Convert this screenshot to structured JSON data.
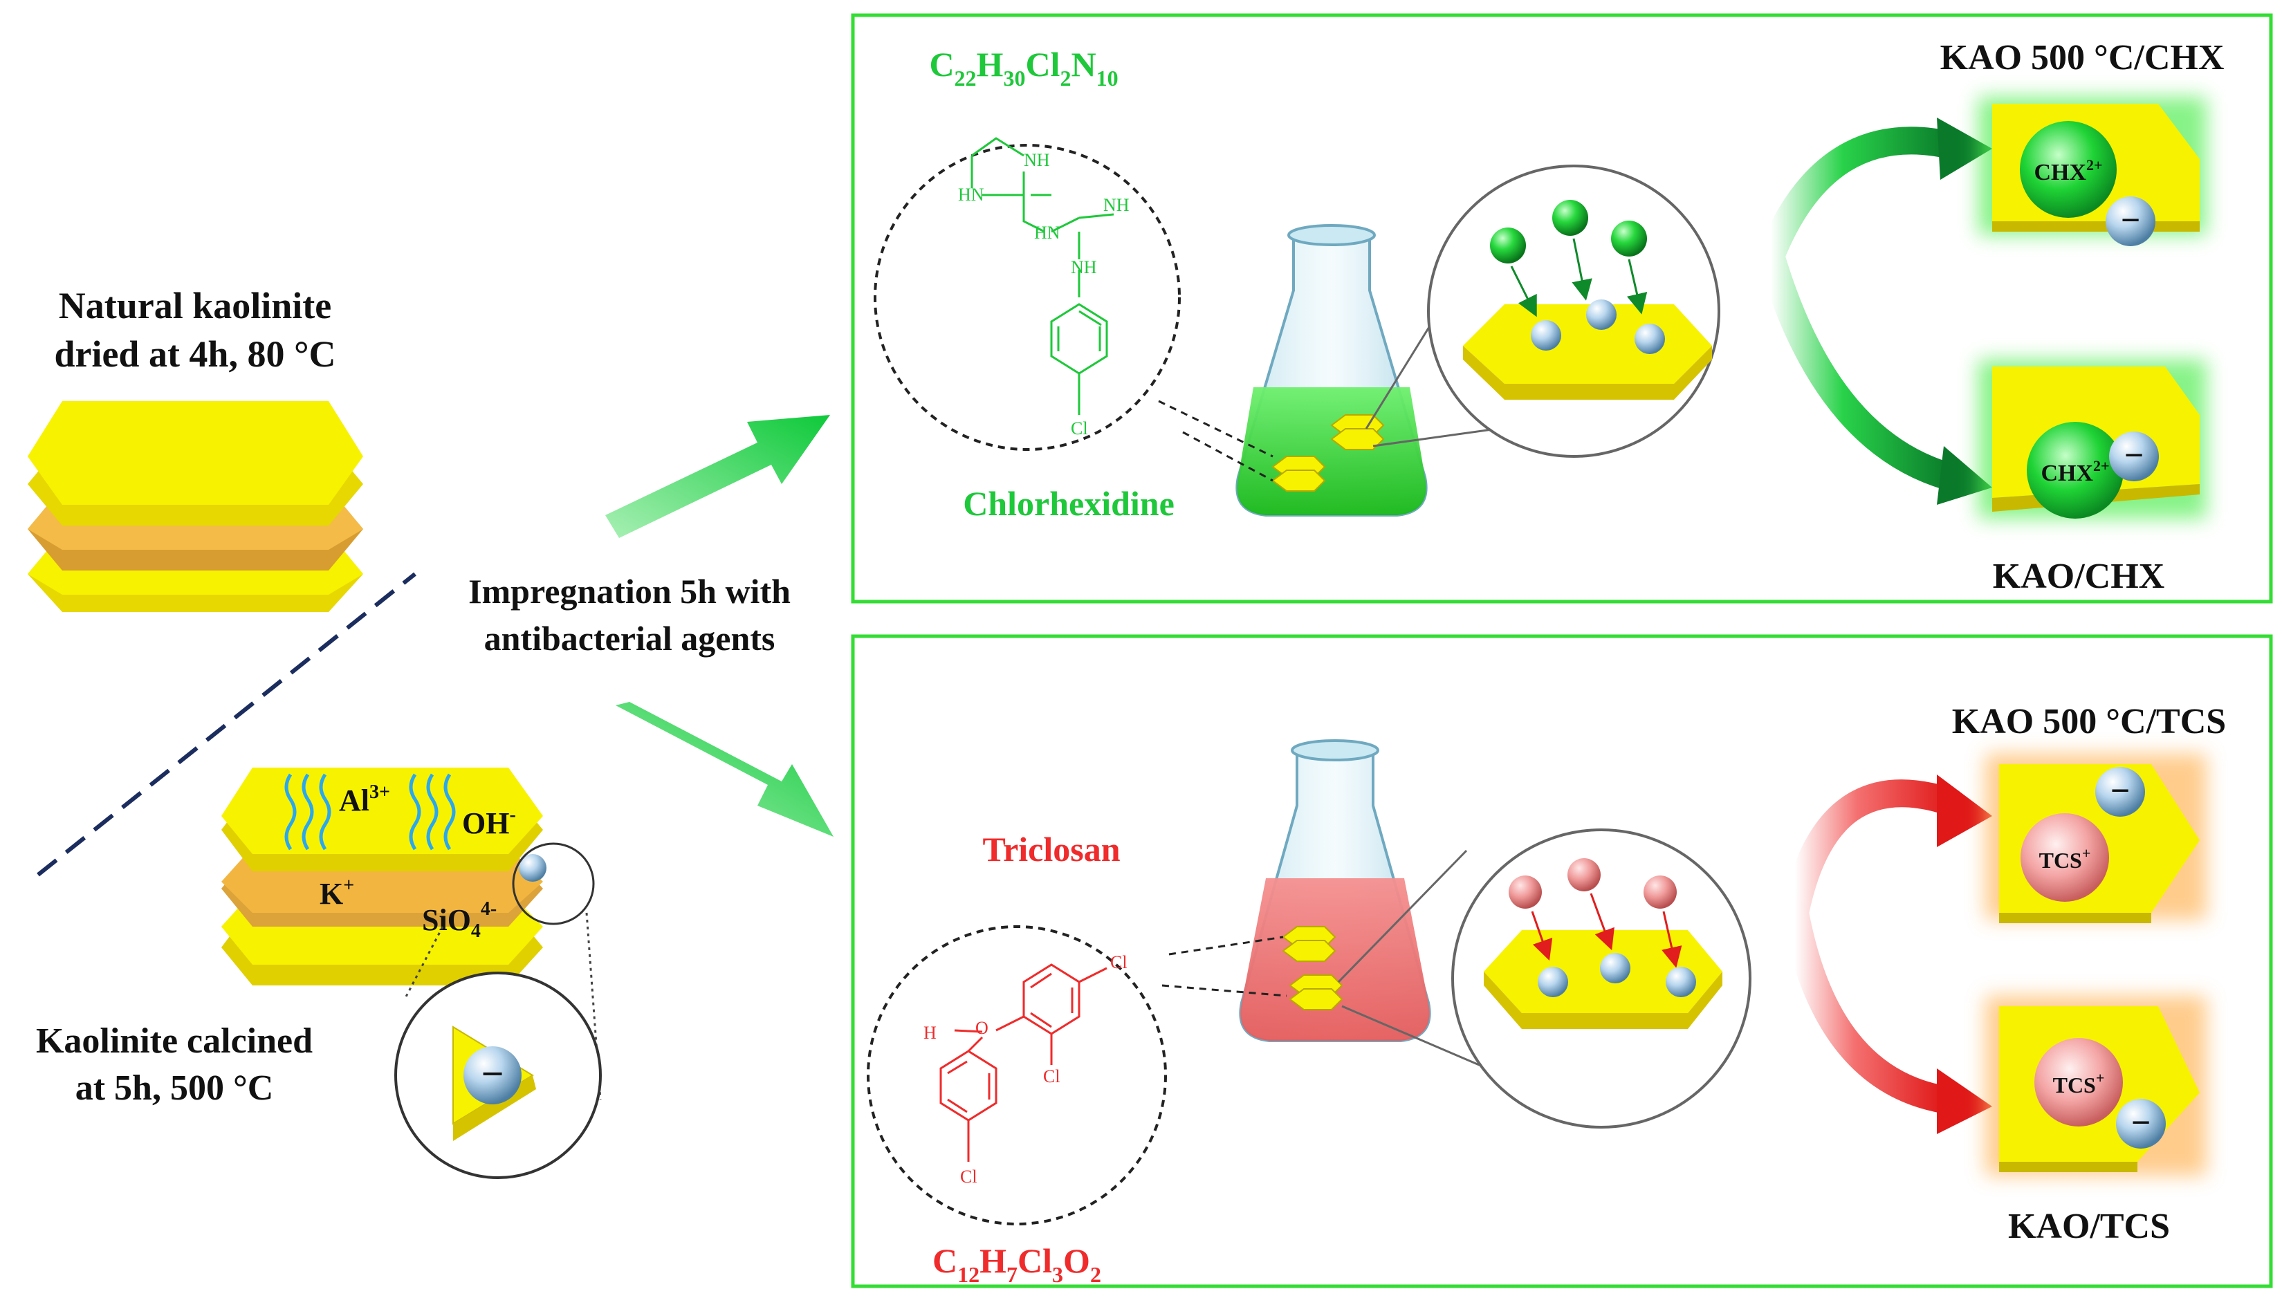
{
  "left": {
    "natural_title_line1": "Natural kaolinite",
    "natural_title_line2": "dried at 4h, 80 °C",
    "calcined_title_line1": "Kaolinite calcined",
    "calcined_title_line2": "at 5h, 500 °C",
    "ion_al": "Al",
    "ion_al_sup": "3+",
    "ion_oh": "OH",
    "ion_oh_sup": "-",
    "ion_k": "K",
    "ion_k_sup": "+",
    "ion_sio": "SiO",
    "ion_sio_sub": "4",
    "ion_sio_sup": "4-",
    "neg_symbol": "−"
  },
  "middle": {
    "impregnation_line1": "Impregnation 5h with",
    "impregnation_line2": "antibacterial agents"
  },
  "chx_panel": {
    "formula": {
      "C": "C",
      "c_n": "22",
      "H": "H",
      "h_n": "30",
      "Cl": "Cl",
      "cl_n": "2",
      "N": "N",
      "n_n": "10"
    },
    "name": "Chlorhexidine",
    "struct_nh1": "NH",
    "struct_hn1": "HN",
    "struct_nh2": "NH",
    "struct_hn2": "HN",
    "struct_nh3": "NH",
    "struct_cl": "Cl",
    "result_top": "KAO 500 °C/CHX",
    "result_bottom": "KAO/CHX",
    "ion_label": "CHX",
    "ion_sup": "2+"
  },
  "tcs_panel": {
    "formula": {
      "C": "C",
      "c_n": "12",
      "H": "H",
      "h_n": "7",
      "Cl": "Cl",
      "cl_n": "3",
      "O": "O",
      "o_n": "2"
    },
    "name": "Triclosan",
    "struct_cl1": "Cl",
    "struct_cl2": "Cl",
    "struct_cl3": "Cl",
    "struct_o": "O",
    "struct_h": "H",
    "result_top": "KAO 500 °C/TCS",
    "result_bottom": "KAO/TCS",
    "ion_label": "TCS",
    "ion_sup": "+"
  },
  "colors": {
    "green": "#19d23a",
    "green_dark": "#0f8a2a",
    "red": "#ef2b2b",
    "yellow": "#f5f000",
    "yellow_side": "#d8c800",
    "orange_layer": "#f2b640",
    "blue_wave": "#29a8f0",
    "panel_border": "#33dd33",
    "navy_dash": "#1b2d5e"
  }
}
